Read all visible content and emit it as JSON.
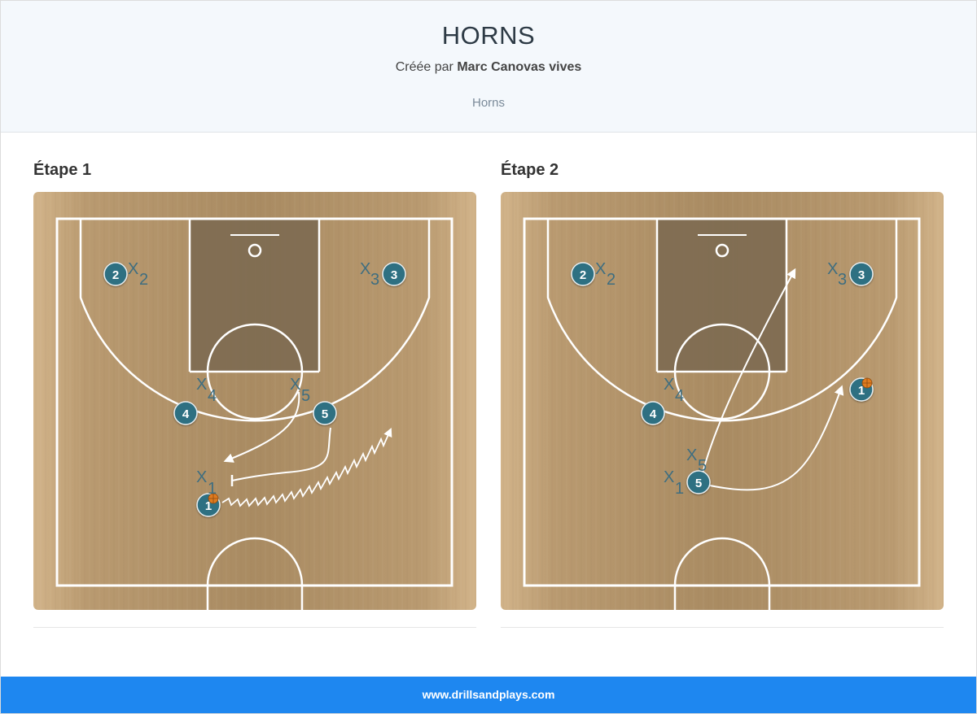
{
  "header": {
    "title": "HORNS",
    "byline_prefix": "Créée par",
    "author": "Marc Canovas vives",
    "tag": "Horns"
  },
  "steps": [
    {
      "title": "Étape 1",
      "players": [
        {
          "label": "1",
          "has_ball": true
        },
        {
          "label": "2",
          "has_ball": false
        },
        {
          "label": "3",
          "has_ball": false
        },
        {
          "label": "4",
          "has_ball": false
        },
        {
          "label": "5",
          "has_ball": false
        }
      ],
      "defenders": [
        {
          "x": "X",
          "n": "1"
        },
        {
          "x": "X",
          "n": "2"
        },
        {
          "x": "X",
          "n": "3"
        },
        {
          "x": "X",
          "n": "4"
        },
        {
          "x": "X",
          "n": "5"
        }
      ],
      "actions": [
        "dribble",
        "screen",
        "cut"
      ]
    },
    {
      "title": "Étape 2",
      "players": [
        {
          "label": "1",
          "has_ball": true
        },
        {
          "label": "2",
          "has_ball": false
        },
        {
          "label": "3",
          "has_ball": false
        },
        {
          "label": "4",
          "has_ball": false
        },
        {
          "label": "5",
          "has_ball": false
        }
      ],
      "defenders": [
        {
          "x": "X",
          "n": "1"
        },
        {
          "x": "X",
          "n": "2"
        },
        {
          "x": "X",
          "n": "3"
        },
        {
          "x": "X",
          "n": "4"
        },
        {
          "x": "X",
          "n": "5"
        }
      ],
      "actions": [
        "cut",
        "cut"
      ]
    }
  ],
  "footer": {
    "text": "www.drillsandplays.com"
  },
  "colors": {
    "header_bg": "#f4f8fc",
    "court_wood": "#c8a678",
    "paint": "#7a6850",
    "player_fill": "#2f6f82",
    "footer_bg": "#1e87f0"
  }
}
